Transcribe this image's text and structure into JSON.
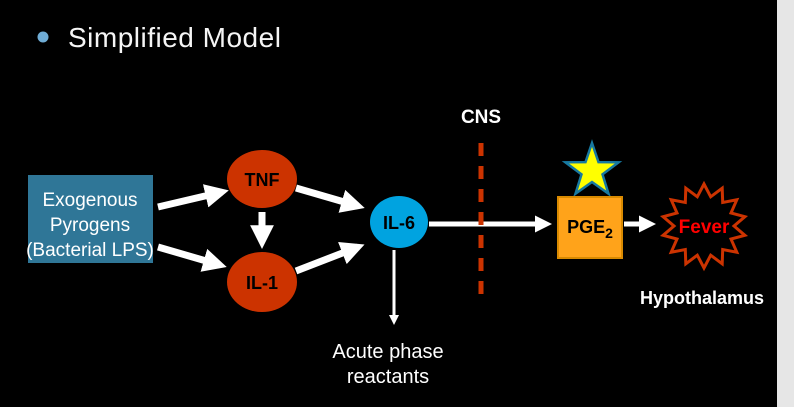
{
  "slide": {
    "title": "Simplified Model",
    "bullet_color": "#6FACD5",
    "background_color": "#000000",
    "margin_strip_color": "#E6E6E6"
  },
  "diagram": {
    "exogenous_box": {
      "lines": [
        "Exogenous",
        "Pyrogens",
        "(Bacterial LPS)"
      ],
      "color": "#2F7697"
    },
    "tnf": {
      "label": "TNF",
      "color": "#CC3300"
    },
    "il1": {
      "label": "IL-1",
      "color": "#CC3300"
    },
    "il6": {
      "label": "IL-6",
      "color": "#00A3E0"
    },
    "cns": {
      "label": "CNS",
      "divider_color": "#CC3300"
    },
    "pge2": {
      "label_main": "PGE",
      "label_sub": "2",
      "color": "#FFA31A",
      "border_color": "#D98A00",
      "star_color": "#FFFF00",
      "star_outline_color": "#1779A1"
    },
    "fever": {
      "label": "Fever",
      "text_color": "#FF0000",
      "outline_color": "#CC3300"
    },
    "hypothalamus_label": "Hypothalamus",
    "acute_phase_lines": [
      "Acute phase",
      "reactants"
    ],
    "arrow_color": "#FFFFFF"
  }
}
